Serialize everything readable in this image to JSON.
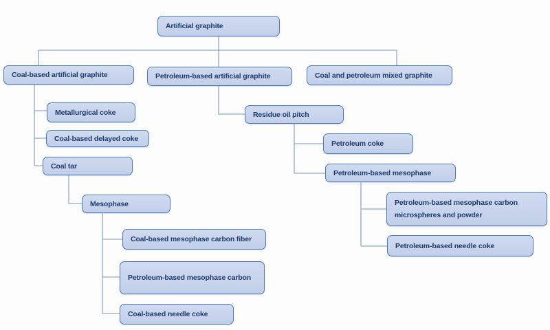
{
  "colors": {
    "background": "#fdfdfd",
    "node_fill_top": "#d0dbf0",
    "node_fill_bottom": "#c2cfe9",
    "node_border": "#4d79b5",
    "node_text": "#1d3a6e",
    "connector": "#92a8ce"
  },
  "nodes": [
    {
      "id": "artificial-graphite",
      "label": "Artificial graphite"
    },
    {
      "id": "coal-based-artificial-graphite",
      "label": "Coal-based artificial graphite"
    },
    {
      "id": "petroleum-based-artificial-graphite",
      "label": "Petroleum-based artificial graphite"
    },
    {
      "id": "coal-and-petroleum-mixed-graphite",
      "label": "Coal and petroleum mixed graphite"
    },
    {
      "id": "metallurgical-coke",
      "label": "Metallurgical coke"
    },
    {
      "id": "coal-based-delayed-coke",
      "label": "Coal-based delayed coke"
    },
    {
      "id": "coal-tar",
      "label": "Coal tar"
    },
    {
      "id": "mesophase",
      "label": "Mesophase"
    },
    {
      "id": "coal-based-mesophase-carbon-fiber",
      "label": "Coal-based mesophase carbon fiber"
    },
    {
      "id": "petroleum-based-mesophase-carbon",
      "label": "Petroleum-based mesophase carbon"
    },
    {
      "id": "coal-based-needle-coke",
      "label": "Coal-based needle coke"
    },
    {
      "id": "residue-oil-pitch",
      "label": "Residue oil pitch"
    },
    {
      "id": "petroleum-coke",
      "label": "Petroleum coke"
    },
    {
      "id": "petroleum-based-mesophase",
      "label": "Petroleum-based mesophase"
    },
    {
      "id": "petroleum-based-mesophase-carbon-microspheres-and-powder",
      "label": "Petroleum-based mesophase carbon microspheres and powder"
    },
    {
      "id": "petroleum-based-needle-coke",
      "label": "Petroleum-based needle coke"
    }
  ],
  "edges": [
    [
      "artificial-graphite",
      "coal-based-artificial-graphite"
    ],
    [
      "artificial-graphite",
      "petroleum-based-artificial-graphite"
    ],
    [
      "artificial-graphite",
      "coal-and-petroleum-mixed-graphite"
    ],
    [
      "coal-based-artificial-graphite",
      "metallurgical-coke"
    ],
    [
      "coal-based-artificial-graphite",
      "coal-based-delayed-coke"
    ],
    [
      "coal-based-artificial-graphite",
      "coal-tar"
    ],
    [
      "coal-tar",
      "mesophase"
    ],
    [
      "mesophase",
      "coal-based-mesophase-carbon-fiber"
    ],
    [
      "mesophase",
      "petroleum-based-mesophase-carbon"
    ],
    [
      "mesophase",
      "coal-based-needle-coke"
    ],
    [
      "petroleum-based-artificial-graphite",
      "residue-oil-pitch"
    ],
    [
      "residue-oil-pitch",
      "petroleum-coke"
    ],
    [
      "residue-oil-pitch",
      "petroleum-based-mesophase"
    ],
    [
      "petroleum-based-mesophase",
      "petroleum-based-mesophase-carbon-microspheres-and-powder"
    ],
    [
      "petroleum-based-mesophase",
      "petroleum-based-needle-coke"
    ]
  ]
}
